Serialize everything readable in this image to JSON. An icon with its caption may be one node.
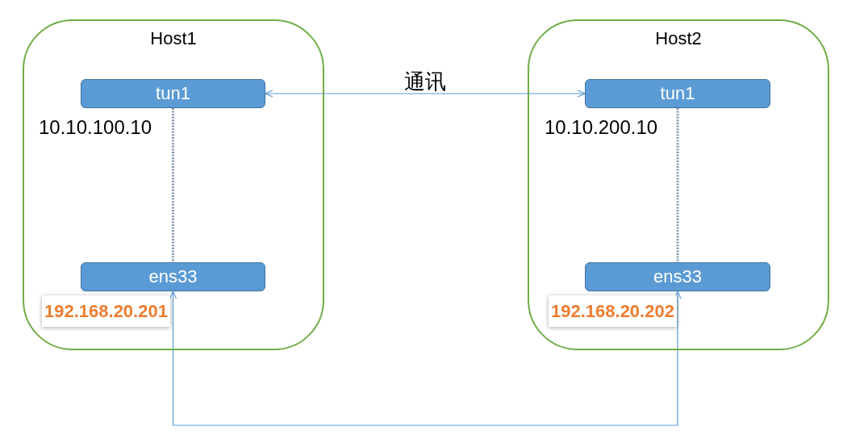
{
  "diagram": {
    "nodes": [
      {
        "text": [
          "Host1"
        ]
      },
      {
        "text": [
          "tun1"
        ],
        "in": 0,
        "beside": [
          "10.10.100.10"
        ]
      },
      {
        "text": [
          "ens33"
        ],
        "in": 0,
        "beside": [
          "192.168.20.201"
        ]
      },
      {
        "text": [
          "Host2"
        ]
      },
      {
        "text": [
          "tun1"
        ],
        "in": 3,
        "beside": [
          "10.10.200.10"
        ]
      },
      {
        "text": [
          "ens33"
        ],
        "in": 3,
        "beside": [
          "192.168.20.202"
        ]
      }
    ],
    "edges": [
      {
        "from": 1,
        "to": 4,
        "arrow": "both",
        "label": "通讯"
      },
      {
        "from": 1,
        "to": 2,
        "arrow": "none",
        "style": "dashed",
        "color": "#8497b0"
      },
      {
        "from": 4,
        "to": 5,
        "arrow": "none",
        "style": "dashed",
        "color": "#8497b0"
      },
      {
        "from": 2,
        "to": 5,
        "arrow": "both"
      }
    ]
  }
}
